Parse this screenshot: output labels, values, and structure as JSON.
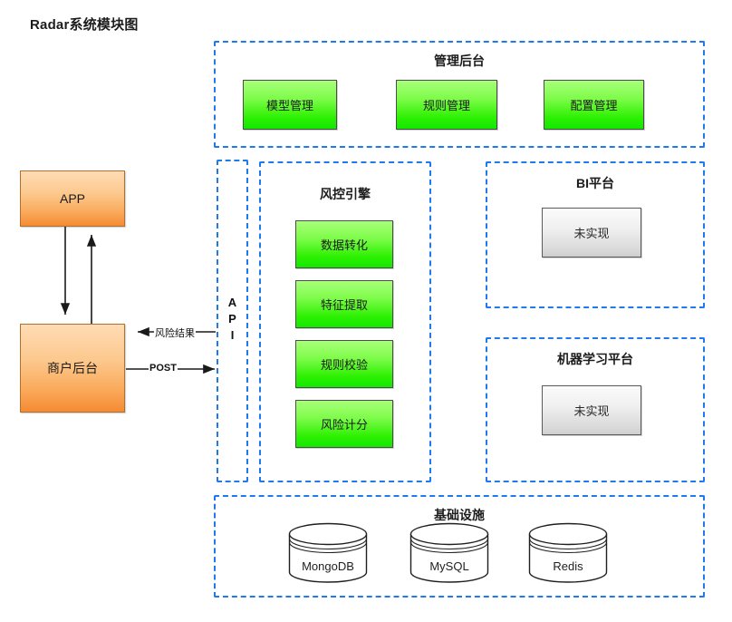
{
  "title": "Radar系统模块图",
  "groups": {
    "admin": {
      "label": "管理后台"
    },
    "api": {
      "label": "API",
      "letters": [
        "A",
        "P",
        "I"
      ]
    },
    "engine": {
      "label": "风控引擎"
    },
    "bi": {
      "label": "BI平台"
    },
    "ml": {
      "label": "机器学习平台"
    },
    "infra": {
      "label": "基础设施"
    }
  },
  "admin_modules": [
    {
      "label": "模型管理"
    },
    {
      "label": "规则管理"
    },
    {
      "label": "配置管理"
    }
  ],
  "engine_modules": [
    {
      "label": "数据转化"
    },
    {
      "label": "特征提取"
    },
    {
      "label": "规则校验"
    },
    {
      "label": "风险计分"
    }
  ],
  "platform_placeholders": {
    "bi": "未实现",
    "ml": "未实现"
  },
  "actors": [
    {
      "label": "APP"
    },
    {
      "label": "商户后台"
    }
  ],
  "edges": [
    {
      "label": "风险结果",
      "direction": "left"
    },
    {
      "label": "POST",
      "direction": "right"
    }
  ],
  "databases": [
    {
      "label": "MongoDB"
    },
    {
      "label": "MySQL"
    },
    {
      "label": "Redis"
    }
  ],
  "colors": {
    "group_border": "#1f7aec",
    "module_fill_top": "#a9ff7a",
    "module_fill_bottom": "#13e800",
    "actor_fill_top": "#ffdcb5",
    "actor_fill_bottom": "#f58b33",
    "placeholder_fill": "#e4e4e4",
    "connector": "#1a1a1a"
  }
}
